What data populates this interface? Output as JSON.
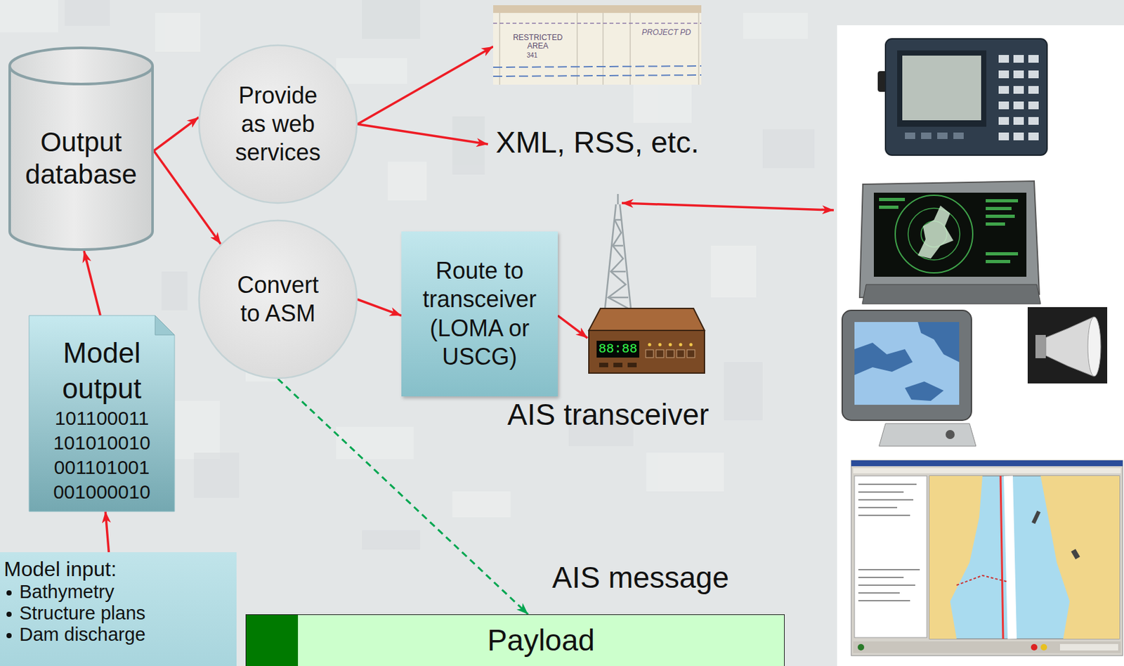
{
  "diagram": {
    "nodes": [
      {
        "text": [
          "Output database"
        ]
      },
      {
        "text": [
          "Provide as web services"
        ]
      },
      {
        "text": [
          "RESTRICTED AREA",
          "341",
          "PROJECT PD"
        ]
      },
      {
        "text": [
          "XML, RSS, etc."
        ]
      },
      {
        "text": [
          "Convert to ASM"
        ]
      },
      {
        "text": [
          "Route to transceiver (LOMA or USCG)"
        ]
      },
      {
        "text": [
          "88:88",
          "AIS transceiver"
        ]
      },
      {
        "text": [
          "Model output",
          "101100011 101010010 001101001 001000010"
        ]
      },
      {
        "text": [
          "Model input:",
          "Bathymetry",
          "Structure plans",
          "Dam discharge"
        ]
      },
      {
        "text": [
          "AIS message",
          "Payload"
        ]
      }
    ],
    "edges": [
      {
        "from": 8,
        "to": 7,
        "arrow": "to"
      },
      {
        "from": 7,
        "to": 0,
        "arrow": "to"
      },
      {
        "from": 0,
        "to": 1,
        "arrow": "to"
      },
      {
        "from": 0,
        "to": 4,
        "arrow": "to"
      },
      {
        "from": 1,
        "to": 2,
        "arrow": "to"
      },
      {
        "from": 1,
        "to": 3,
        "arrow": "to"
      },
      {
        "from": 4,
        "to": 5,
        "arrow": "to"
      },
      {
        "from": 5,
        "to": 6,
        "arrow": "to"
      },
      {
        "from": 4,
        "to": 9,
        "arrow": "to"
      }
    ]
  }
}
